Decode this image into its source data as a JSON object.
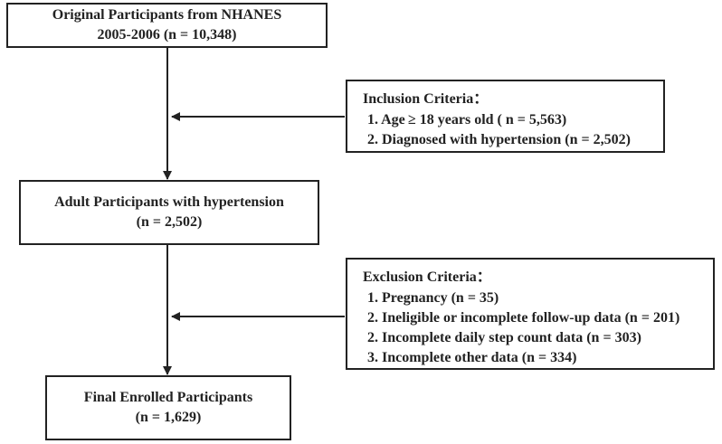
{
  "boxes": {
    "original": {
      "line1": "Original Participants from NHANES",
      "line2": "2005-2006 (n = 10,348)"
    },
    "adult": {
      "line1": "Adult Participants with  hypertension",
      "line2": "(n = 2,502)"
    },
    "final": {
      "line1": "Final Enrolled Participants",
      "line2": "(n = 1,629)"
    }
  },
  "inclusion": {
    "heading": "Inclusion Criteria：",
    "items": [
      "1. Age ≥  18 years old ( n = 5,563)",
      "2. Diagnosed with hypertension (n = 2,502)"
    ]
  },
  "exclusion": {
    "heading": "Exclusion Criteria：",
    "items": [
      "1. Pregnancy (n = 35)",
      "2. Ineligible or incomplete follow-up data (n = 201)",
      "2. Incomplete daily step count data (n = 303)",
      "3. Incomplete other data (n = 334)"
    ]
  }
}
